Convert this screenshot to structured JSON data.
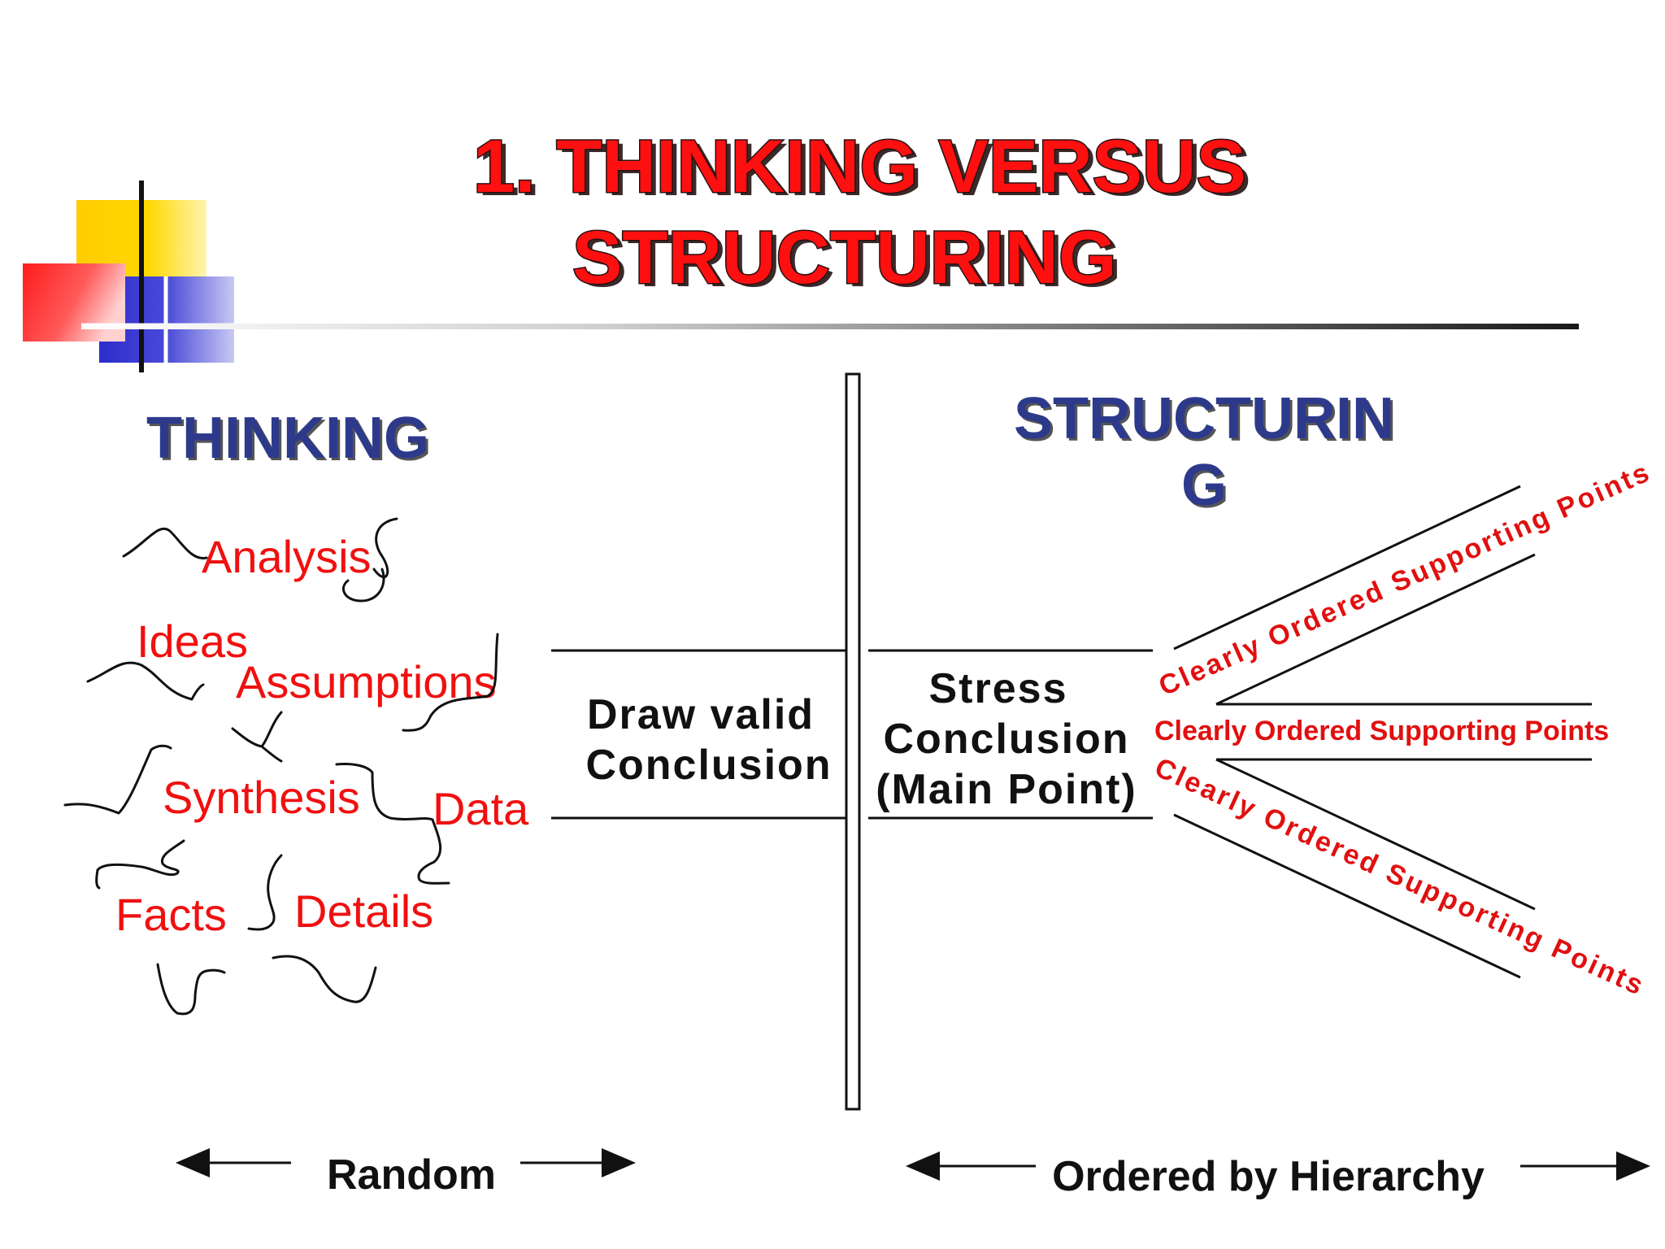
{
  "title": {
    "line1": "1. THINKING VERSUS",
    "line2": "STRUCTURING"
  },
  "left": {
    "heading": "THINKING",
    "words": {
      "analysis": "Analysis",
      "ideas": "Ideas",
      "assumptions": "Assumptions",
      "synthesis": "Synthesis",
      "data": "Data",
      "facts": "Facts",
      "details": "Details"
    },
    "conclusion": {
      "line1": "Draw valid",
      "line2": "Conclusion"
    },
    "footer": "Random"
  },
  "right": {
    "heading": {
      "line1": "STRUCTURIN",
      "line2": "G"
    },
    "conclusion": {
      "line1": "Stress",
      "line2": "Conclusion",
      "line3": "(Main Point)"
    },
    "supporting_points": {
      "upper": "Clearly Ordered Supporting Points",
      "middle": "Clearly Ordered Supporting Points",
      "lower": "Clearly Ordered Supporting Points"
    },
    "footer": "Ordered by Hierarchy"
  },
  "colors": {
    "title": "#ff1010",
    "heading": "#2d3a8c",
    "words": "#f01010",
    "supporting_points": "#e01010",
    "deco_yellow": "#ffd400",
    "deco_red": "#ff2020",
    "deco_blue": "#3333cc"
  }
}
